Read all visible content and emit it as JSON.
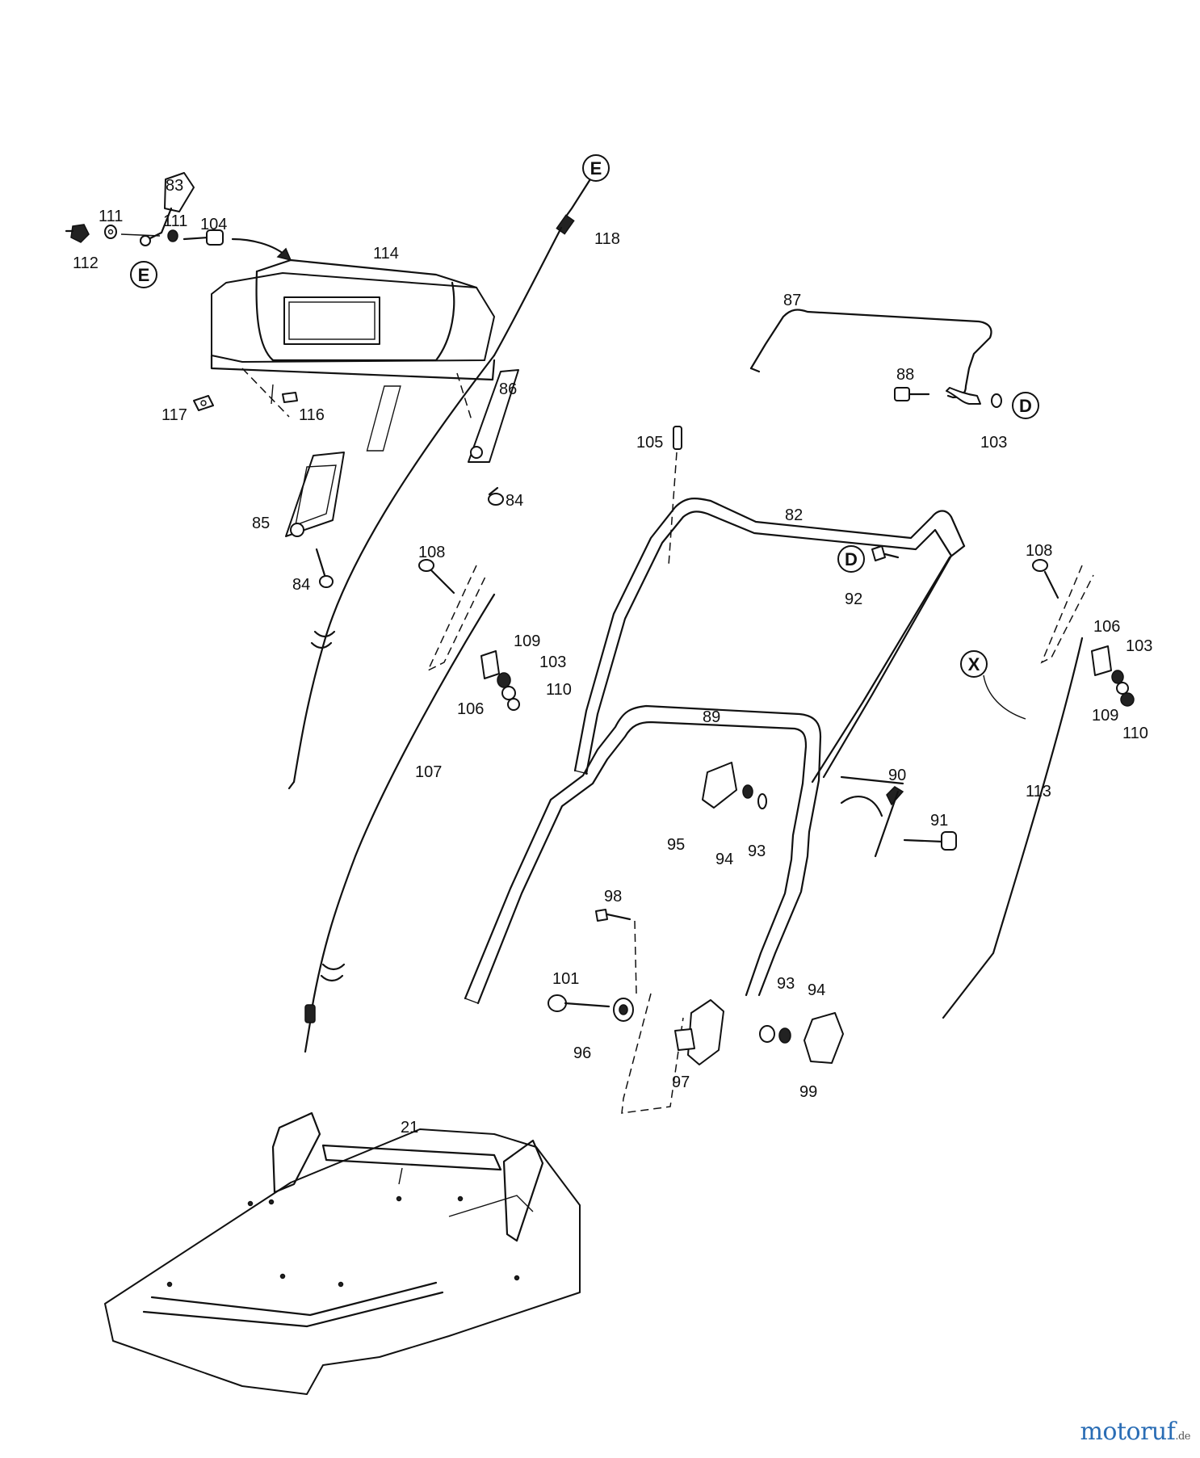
{
  "diagram": {
    "reference_letters": [
      "E",
      "E",
      "D",
      "D",
      "X"
    ],
    "part_labels": {
      "p83": "83",
      "p111a": "111",
      "p111b": "111",
      "p104": "104",
      "p112": "112",
      "p114": "114",
      "p118": "118",
      "p117": "117",
      "p116": "116",
      "p86": "86",
      "p84a": "84",
      "p85": "85",
      "p84b": "84",
      "p87": "87",
      "p88": "88",
      "p103a": "103",
      "p105": "105",
      "p82": "82",
      "p92": "92",
      "p108a": "108",
      "p109a": "109",
      "p103b": "103",
      "p110a": "110",
      "p106a": "106",
      "p107": "107",
      "p108b": "108",
      "p106b": "106",
      "p103c": "103",
      "p109b": "109",
      "p110b": "110",
      "p113": "113",
      "p89": "89",
      "p90": "90",
      "p91": "91",
      "p95": "95",
      "p94a": "94",
      "p93a": "93",
      "p98": "98",
      "p101": "101",
      "p93b": "93",
      "p94b": "94",
      "p96": "96",
      "p97": "97",
      "p99": "99",
      "p21": "21"
    }
  },
  "watermark": {
    "brand": "motoruf",
    "tld": ".de"
  }
}
